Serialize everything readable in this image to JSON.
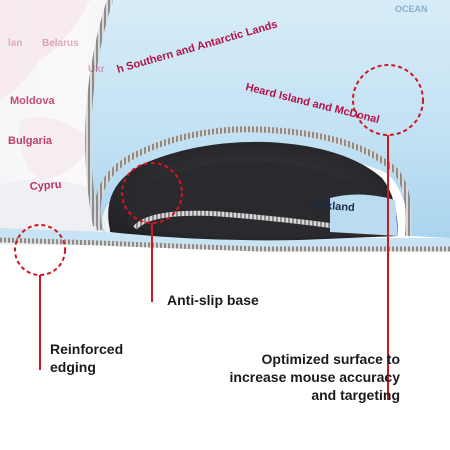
{
  "map_labels": {
    "southern_antarctic": "h Southern and Antarctic Lands",
    "heard_island": "Heard Island and McDonal",
    "moldova": "Moldova",
    "bulgaria": "Bulgaria",
    "cyprus": "Cypru",
    "falkland": "Falkland",
    "ocean": "OCEAN",
    "ukraine": "Ukr",
    "belarus": "Belarus",
    "poland": "lan"
  },
  "callouts": {
    "anti_slip": "Anti-slip base",
    "edging_line1": "Reinforced",
    "edging_line2": "edging",
    "surface_line1": "Optimized surface to",
    "surface_line2": "increase mouse accuracy",
    "surface_line3": "and targeting"
  },
  "colors": {
    "accent": "#d0161e",
    "map_water": "#bfe0f2",
    "map_label": "#b3124a",
    "base_dark": "#2f2f33",
    "callout_text": "#1a1a1a"
  }
}
